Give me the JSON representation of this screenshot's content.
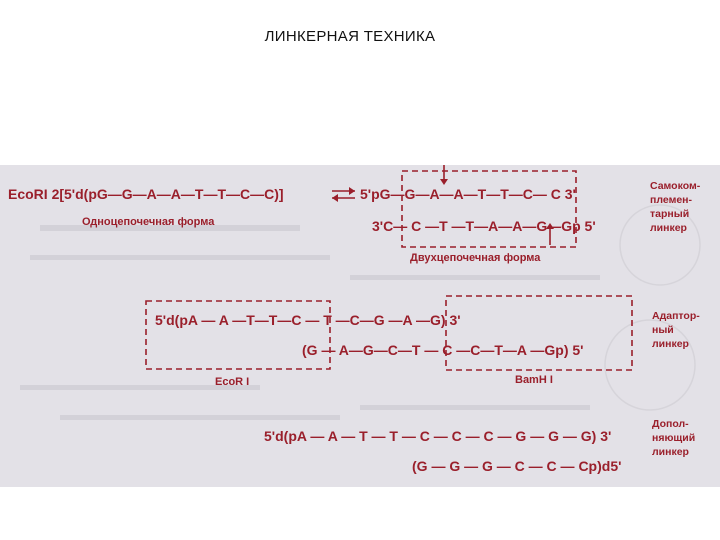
{
  "title": "ЛИНКЕРНАЯ ТЕХНИКА",
  "colors": {
    "ink": "#9a1f2b",
    "scan_background": "#e3e1e7",
    "page_background": "#ffffff"
  },
  "self_complementary": {
    "enzyme_prefix": "EcoRI 2[5'd(pG—G—A—A—T—T—C—C)]",
    "single_strand_label": "Одноцепочечная форма",
    "top_strand": "5'pG—G—A—A—T—T—C— C  3'",
    "bottom_strand": "3'C— C —T —T—A—A—G—Gp  5'",
    "double_strand_label": "Двухцепочечная форма",
    "side_label": [
      "Самоком-",
      "племен-",
      "тарный",
      "линкер"
    ]
  },
  "adaptor": {
    "top_strand": "5'd(pA — A —T—T—C — T —C—G —A —G)  3'",
    "bottom_strand": "(G — A—G—C—T — C —C—T—A —Gp)  5'",
    "left_enzyme": "EcoR I",
    "right_enzyme": "BamH I",
    "side_label": [
      "Адаптор-",
      "ный",
      "линкер"
    ]
  },
  "complementary": {
    "top_strand": "5'd(pA — A — T — T — C — C — C — G — G — G)  3'",
    "bottom_strand": "(G — G — G — C — C — Cp)d5'",
    "side_label": [
      "Допол-",
      "няющий",
      "линкер"
    ]
  }
}
